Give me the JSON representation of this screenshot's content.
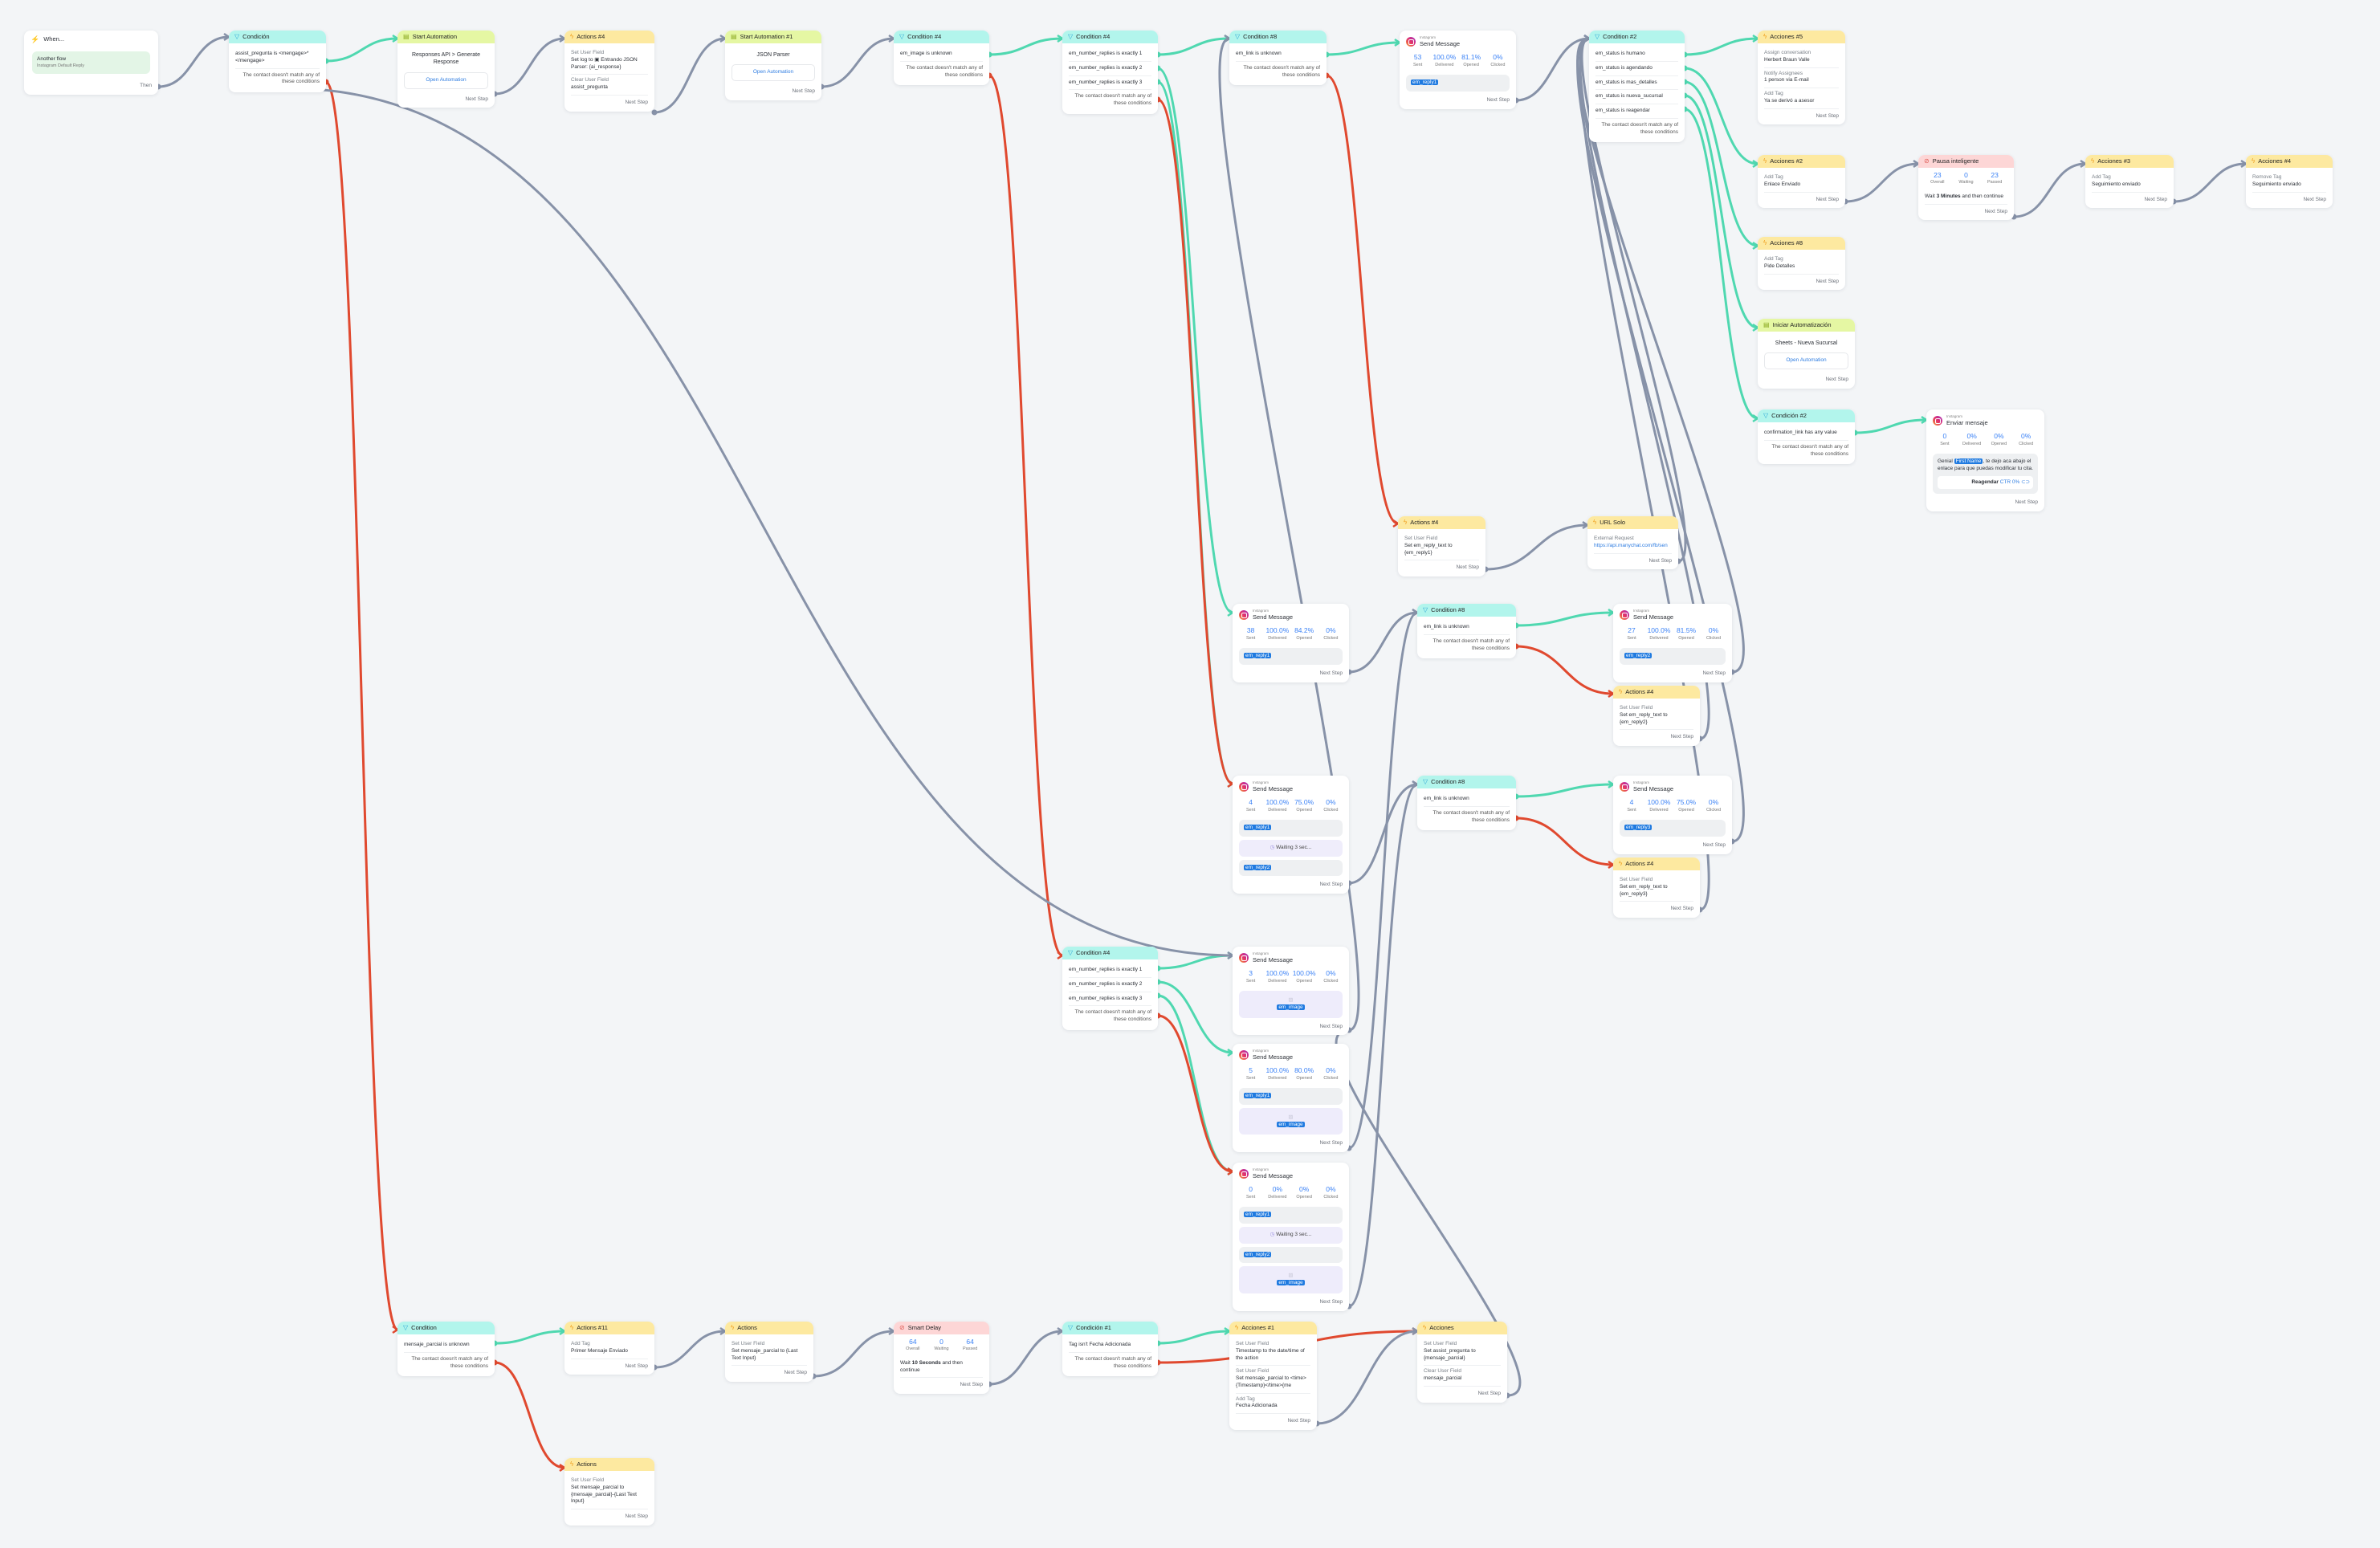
{
  "colors": {
    "green": "#4fd8b0",
    "red": "#e0492f",
    "gray": "#8792a8"
  },
  "common": {
    "next_step": "Next Step",
    "fallback": "The contact doesn't match any of these conditions",
    "open_automation": "Open Automation",
    "channel": "Instagram"
  },
  "nodes": [
    {
      "type": "trigger",
      "title": "When...",
      "trigger_label": "Another flow",
      "trigger_sub": "Instagram Default Reply",
      "footer": "Then"
    },
    {
      "type": "condition",
      "title": "Condición",
      "conditions": [
        "assist_pregunta is <mengage>*</mengage>"
      ]
    },
    {
      "type": "start",
      "title": "Start Automation",
      "body": "Responses API > Generate Response"
    },
    {
      "type": "action",
      "title": "Actions #4",
      "rows": [
        {
          "label": "Set User Field",
          "value": "Set log to ▣ Entrando JSON Parser: {ai_response}"
        },
        {
          "label": "Clear User Field",
          "value": "assist_pregunta"
        }
      ]
    },
    {
      "type": "start",
      "title": "Start Automation #1",
      "body": "JSON Parser"
    },
    {
      "type": "condition",
      "title": "Condition #4",
      "conditions": [
        "em_image is unknown"
      ]
    },
    {
      "type": "condition",
      "title": "Condition #4",
      "conditions": [
        "em_number_replies is exactly 1",
        "em_number_replies is exactly 2",
        "em_number_replies is exactly 3"
      ]
    },
    {
      "type": "condition",
      "title": "Condition #8",
      "conditions": [
        "em_link is unknown"
      ]
    },
    {
      "type": "message",
      "title": "Send Message",
      "stats": [
        {
          "v": "53",
          "l": "Sent"
        },
        {
          "v": "100.0%",
          "l": "Delivered"
        },
        {
          "v": "81.1%",
          "l": "Opened"
        },
        {
          "v": "0%",
          "l": "Clicked"
        }
      ],
      "blocks": [
        {
          "kind": "text",
          "var": "em_reply1"
        }
      ]
    },
    {
      "type": "condition",
      "title": "Condition #2",
      "conditions": [
        "em_status is humano",
        "em_status is agendando",
        "em_status is mas_detalles",
        "em_status is nueva_sucursal",
        "em_status is reagendar"
      ]
    },
    {
      "type": "action",
      "title": "Acciones #5",
      "rows": [
        {
          "label": "Assign conversation",
          "value": "Herbert Braun Valle"
        },
        {
          "label": "Notify Assignees",
          "value": "1 person via E-mail"
        },
        {
          "label": "Add Tag",
          "value": "Ya se derivó a asesor"
        }
      ]
    },
    {
      "type": "action",
      "title": "Acciones #2",
      "rows": [
        {
          "label": "Add Tag",
          "value": "Enlace Enviado"
        }
      ]
    },
    {
      "type": "delay",
      "title": "Pausa inteligente",
      "stats": [
        {
          "v": "23",
          "l": "Overall"
        },
        {
          "v": "0",
          "l": "Waiting"
        },
        {
          "v": "23",
          "l": "Passed"
        }
      ],
      "wait_pre": "Wait ",
      "wait_bold": "3 Minutes",
      "wait_post": " and then continue"
    },
    {
      "type": "action",
      "title": "Acciones #3",
      "rows": [
        {
          "label": "Add Tag",
          "value": "Seguimiento enviado"
        }
      ]
    },
    {
      "type": "action",
      "title": "Acciones #4",
      "rows": [
        {
          "label": "Remove Tag",
          "value": "Seguimiento enviado"
        }
      ]
    },
    {
      "type": "action",
      "title": "Acciones #8",
      "rows": [
        {
          "label": "Add Tag",
          "value": "Pide Detalles"
        }
      ]
    },
    {
      "type": "start",
      "title": "Iniciar Automatización",
      "body": "Sheets - Nueva Sucursal"
    },
    {
      "type": "condition",
      "title": "Condición #2",
      "conditions": [
        "confirmation_link has any value"
      ]
    },
    {
      "type": "message",
      "title": "Enviar mensaje",
      "stats": [
        {
          "v": "0",
          "l": "Sent"
        },
        {
          "v": "0%",
          "l": "Delivered"
        },
        {
          "v": "0%",
          "l": "Opened"
        },
        {
          "v": "0%",
          "l": "Clicked"
        }
      ],
      "blocks": [
        {
          "kind": "rich",
          "pre": "Genial ",
          "var": "First Name",
          "post": ", te dejo aca abajo el enlace para que puedas modificar tu cita.",
          "button": "Reagendar",
          "ctr": "CTR 0%"
        }
      ]
    },
    {
      "type": "action",
      "title": "Actions #4",
      "rows": [
        {
          "label": "Set User Field",
          "value": "Set em_reply_text to {em_reply1}"
        }
      ]
    },
    {
      "type": "action",
      "title": "URL Solo",
      "rows": [
        {
          "label": "External Request",
          "value": "https://api.manychat.com/fb/sen",
          "link": true
        }
      ]
    },
    {
      "type": "message",
      "title": "Send Message",
      "stats": [
        {
          "v": "38",
          "l": "Sent"
        },
        {
          "v": "100.0%",
          "l": "Delivered"
        },
        {
          "v": "84.2%",
          "l": "Opened"
        },
        {
          "v": "0%",
          "l": "Clicked"
        }
      ],
      "blocks": [
        {
          "kind": "text",
          "var": "em_reply1"
        }
      ]
    },
    {
      "type": "condition",
      "title": "Condition #8",
      "conditions": [
        "em_link is unknown"
      ]
    },
    {
      "type": "message",
      "title": "Send Message",
      "stats": [
        {
          "v": "27",
          "l": "Sent"
        },
        {
          "v": "100.0%",
          "l": "Delivered"
        },
        {
          "v": "81.5%",
          "l": "Opened"
        },
        {
          "v": "0%",
          "l": "Clicked"
        }
      ],
      "blocks": [
        {
          "kind": "text",
          "var": "em_reply2"
        }
      ]
    },
    {
      "type": "action",
      "title": "Actions #4",
      "rows": [
        {
          "label": "Set User Field",
          "value": "Set em_reply_text to {em_reply2}"
        }
      ]
    },
    {
      "type": "message",
      "title": "Send Message",
      "stats": [
        {
          "v": "4",
          "l": "Sent"
        },
        {
          "v": "100.0%",
          "l": "Delivered"
        },
        {
          "v": "75.0%",
          "l": "Opened"
        },
        {
          "v": "0%",
          "l": "Clicked"
        }
      ],
      "blocks": [
        {
          "kind": "text",
          "var": "em_reply1"
        },
        {
          "kind": "wait",
          "text": "Waiting 3 sec..."
        },
        {
          "kind": "text",
          "var": "em_reply2"
        }
      ]
    },
    {
      "type": "condition",
      "title": "Condition #8",
      "conditions": [
        "em_link is unknown"
      ]
    },
    {
      "type": "message",
      "title": "Send Message",
      "stats": [
        {
          "v": "4",
          "l": "Sent"
        },
        {
          "v": "100.0%",
          "l": "Delivered"
        },
        {
          "v": "75.0%",
          "l": "Opened"
        },
        {
          "v": "0%",
          "l": "Clicked"
        }
      ],
      "blocks": [
        {
          "kind": "text",
          "var": "em_reply3"
        }
      ]
    },
    {
      "type": "action",
      "title": "Actions #4",
      "rows": [
        {
          "label": "Set User Field",
          "value": "Set em_reply_text to {em_reply3}"
        }
      ]
    },
    {
      "type": "condition",
      "title": "Condition #4",
      "conditions": [
        "em_number_replies is exactly 1",
        "em_number_replies is exactly 2",
        "em_number_replies is exactly 3"
      ]
    },
    {
      "type": "message",
      "title": "Send Message",
      "stats": [
        {
          "v": "3",
          "l": "Sent"
        },
        {
          "v": "100.0%",
          "l": "Delivered"
        },
        {
          "v": "100.0%",
          "l": "Opened"
        },
        {
          "v": "0%",
          "l": "Clicked"
        }
      ],
      "blocks": [
        {
          "kind": "image",
          "var": "em_image"
        }
      ]
    },
    {
      "type": "message",
      "title": "Send Message",
      "stats": [
        {
          "v": "5",
          "l": "Sent"
        },
        {
          "v": "100.0%",
          "l": "Delivered"
        },
        {
          "v": "80.0%",
          "l": "Opened"
        },
        {
          "v": "0%",
          "l": "Clicked"
        }
      ],
      "blocks": [
        {
          "kind": "text",
          "var": "em_reply1"
        },
        {
          "kind": "image",
          "var": "em_image"
        }
      ]
    },
    {
      "type": "message",
      "title": "Send Message",
      "stats": [
        {
          "v": "0",
          "l": "Sent"
        },
        {
          "v": "0%",
          "l": "Delivered"
        },
        {
          "v": "0%",
          "l": "Opened"
        },
        {
          "v": "0%",
          "l": "Clicked"
        }
      ],
      "blocks": [
        {
          "kind": "text",
          "var": "em_reply1"
        },
        {
          "kind": "wait",
          "text": "Waiting 3 sec..."
        },
        {
          "kind": "text",
          "var": "em_reply2"
        },
        {
          "kind": "image",
          "var": "em_image"
        }
      ]
    },
    {
      "type": "condition",
      "title": "Condition",
      "conditions": [
        "mensaje_parcial is unknown"
      ]
    },
    {
      "type": "action",
      "title": "Actions #11",
      "rows": [
        {
          "label": "Add Tag",
          "value": "Primer Mensaje Enviado"
        }
      ]
    },
    {
      "type": "action",
      "title": "Actions",
      "rows": [
        {
          "label": "Set User Field",
          "value": "Set mensaje_parcial to {Last Text Input}"
        }
      ]
    },
    {
      "type": "delay",
      "title": "Smart Delay",
      "stats": [
        {
          "v": "64",
          "l": "Overall"
        },
        {
          "v": "0",
          "l": "Waiting"
        },
        {
          "v": "64",
          "l": "Passed"
        }
      ],
      "wait_pre": "Wait ",
      "wait_bold": "10 Seconds",
      "wait_post": " and then continue"
    },
    {
      "type": "condition",
      "title": "Condición #1",
      "conditions": [
        "Tag isn't Fecha Adicionada"
      ]
    },
    {
      "type": "action",
      "title": "Acciones #1",
      "rows": [
        {
          "label": "Set User Field",
          "value": "Timestamp to the date/time of the action"
        },
        {
          "label": "Set User Field",
          "value": "Set mensaje_parcial to <time>{Timestamp}</time>{me"
        },
        {
          "label": "Add Tag",
          "value": "Fecha Adicionada"
        }
      ]
    },
    {
      "type": "action",
      "title": "Acciones",
      "rows": [
        {
          "label": "Set User Field",
          "value": "Set assist_pregunta to {mensaje_parcial}"
        },
        {
          "label": "Clear User Field",
          "value": "mensaje_parcial"
        }
      ]
    },
    {
      "type": "action",
      "title": "Actions",
      "rows": [
        {
          "label": "Set User Field",
          "value": "Set mensaje_parcial to {mensaje_parcial}-{Last Text Input}"
        }
      ]
    }
  ]
}
